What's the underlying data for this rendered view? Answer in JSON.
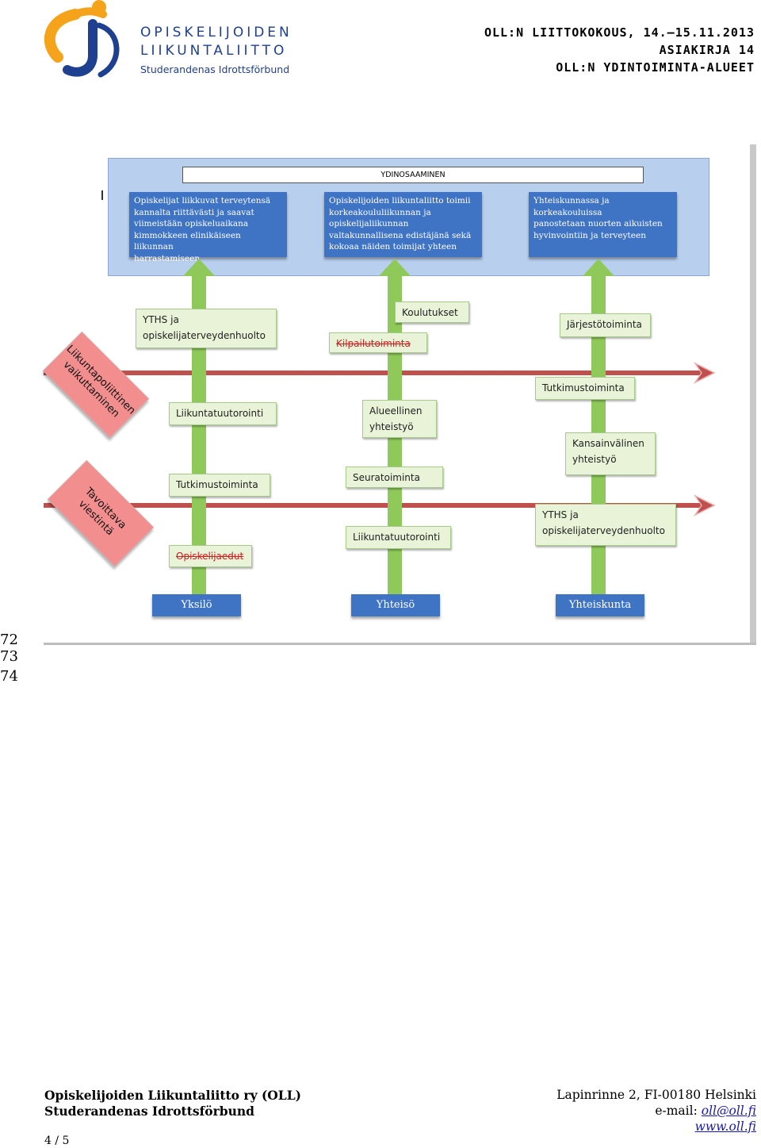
{
  "header": {
    "org_line1": "OPISKELIJOIDEN",
    "org_line2": "LIIKUNTALIITTO",
    "org_line3": "Studerandenas Idrottsförbund",
    "meeting": "OLL:N LIITTOKOKOUS, 14.–15.11.2013",
    "document": "ASIAKIRJA 14",
    "subject": "OLL:N YDINTOIMINTA-ALUEET",
    "logo_colors": {
      "orange": "#f5a31a",
      "blue": "#1f3f8f"
    }
  },
  "diagram": {
    "core_title": "YDINOSAAMINEN",
    "goals": [
      {
        "lines": [
          "Opiskelijat liikkuvat terveytensä",
          "kannalta riittävästi ja saavat",
          "viimeistään opiskeluaikana",
          "kimmokkeen elinikäiseen liikunnan",
          "harrastamiseen"
        ]
      },
      {
        "lines": [
          "Opiskelijoiden liikuntaliitto toimii",
          "korkeakoululiikunnan ja",
          "opiskelijaliikunnan",
          "valtakunnallisena edistäjänä sekä",
          "kokoaa näiden toimijat yhteen"
        ]
      },
      {
        "lines": [
          "Yhteiskunnassa ja",
          "korkeakouluissa",
          "panostetaan nuorten aikuisten",
          "hyvinvointiin ja terveyteen"
        ]
      }
    ],
    "side_labels": [
      {
        "lines": [
          "Liikuntapoliittinen",
          "vaikuttaminen"
        ]
      },
      {
        "lines": [
          "Tavoittava",
          "viestintä"
        ]
      }
    ],
    "columns": [
      {
        "level": "Yksilö",
        "items": [
          {
            "lines": [
              "YTHS ja",
              "opiskelijaterveydenhuolto"
            ]
          },
          {
            "lines": [
              "Liikuntatuutorointi"
            ]
          },
          {
            "lines": [
              "Tutkimustoiminta"
            ]
          },
          {
            "lines": [
              "Opiskelijaedut"
            ],
            "struck": true
          }
        ]
      },
      {
        "level": "Yhteisö",
        "items": [
          {
            "lines": [
              "Koulutukset"
            ]
          },
          {
            "lines": [
              "Kilpailutoiminta"
            ],
            "struck": true
          },
          {
            "lines": [
              "Alueellinen",
              "yhteistyö"
            ]
          },
          {
            "lines": [
              "Seuratoiminta"
            ]
          },
          {
            "lines": [
              "Liikuntatuutorointi"
            ]
          }
        ]
      },
      {
        "level": "Yhteiskunta",
        "items": [
          {
            "lines": [
              "Järjestötoiminta"
            ]
          },
          {
            "lines": [
              "Tutkimustoiminta"
            ]
          },
          {
            "lines": [
              "Kansainvälinen",
              "yhteistyö"
            ]
          },
          {
            "lines": [
              "YTHS ja",
              "opiskelijaterveydenhuolto"
            ]
          }
        ]
      }
    ],
    "colors": {
      "goal_blue": "#3f74c5",
      "panel_blue": "#b8cfee",
      "arrow_green": "#8ec95a",
      "line_red": "#c0504d",
      "label_red": "#f28e8e",
      "strike_red": "#d02020"
    }
  },
  "line_numbers": [
    "72",
    "73",
    "74"
  ],
  "footer": {
    "org_fi": "Opiskelijoiden Liikuntaliitto ry (OLL)",
    "org_sv": "Studerandenas Idrottsförbund",
    "address": "Lapinrinne 2, FI-00180 Helsinki",
    "email_label": "e-mail: ",
    "email": "oll@oll.fi",
    "website": "www.oll.fi",
    "page": "4 / 5"
  }
}
